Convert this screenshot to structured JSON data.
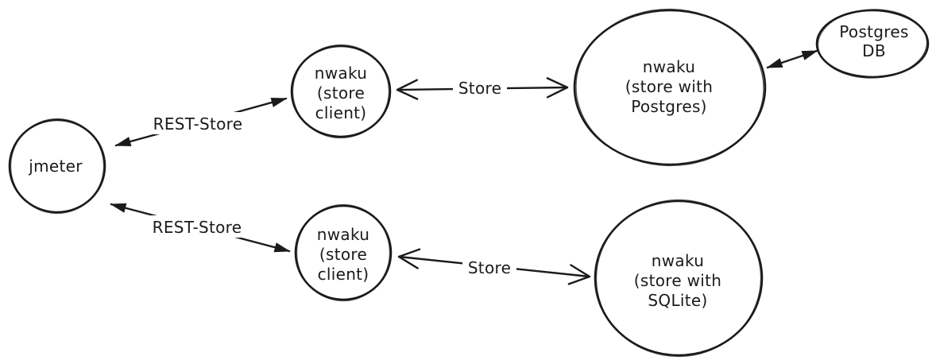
{
  "colors": {
    "ink": "#1b1b1b",
    "background": "#ffffff"
  },
  "diagram": {
    "nodes": {
      "jmeter": {
        "lines": [
          "jmeter"
        ]
      },
      "store_client_top": {
        "lines": [
          "nwaku",
          "(store",
          "client)"
        ]
      },
      "store_postgres": {
        "lines": [
          "nwaku",
          "(store with",
          "Postgres)"
        ]
      },
      "postgres_db": {
        "lines": [
          "Postgres",
          "DB"
        ]
      },
      "store_client_bottom": {
        "lines": [
          "nwaku",
          "(store",
          "client)"
        ]
      },
      "store_sqlite": {
        "lines": [
          "nwaku",
          "(store with",
          "SQLite)"
        ]
      }
    },
    "edges": {
      "rest_store_top": {
        "label": "REST-Store",
        "arrow_style": "filled-both-ends"
      },
      "store_top": {
        "label": "Store",
        "arrow_style": "open-chevron-both-ends"
      },
      "postgres_link": {
        "label": "",
        "arrow_style": "filled-both-ends"
      },
      "rest_store_bottom": {
        "label": "REST-Store",
        "arrow_style": "filled-both-ends"
      },
      "store_bottom": {
        "label": "Store",
        "arrow_style": "open-chevron-both-ends"
      }
    }
  }
}
